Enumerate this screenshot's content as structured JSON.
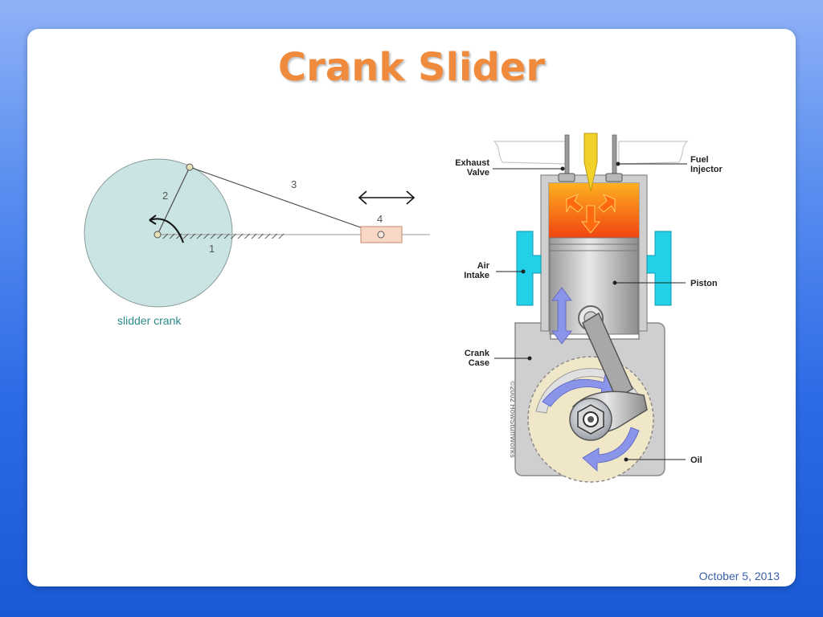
{
  "slide": {
    "title": "Crank Slider",
    "date": "October 5, 2013"
  },
  "crank_diagram": {
    "link_labels": [
      "1",
      "2",
      "3",
      "4"
    ],
    "caption": "slidder crank"
  },
  "engine_diagram": {
    "labels": {
      "exhaust_valve": [
        "Exhaust",
        "Valve"
      ],
      "fuel_injector": [
        "Fuel",
        "Injector"
      ],
      "air_intake": [
        "Air",
        "Intake"
      ],
      "piston": "Piston",
      "crank_case": [
        "Crank",
        "Case"
      ],
      "oil": "Oil"
    },
    "copyright": "©2002 HowStuffWorks"
  },
  "colors": {
    "title": "#f08a3c",
    "crank_disc": "#c9e4e2",
    "slider_block": "#f8d8c4",
    "air_intake": "#22d0e8",
    "combustion_top": "#ff9a1a",
    "combustion_bottom": "#f04410",
    "motion_arrow": "#8a94e8"
  }
}
